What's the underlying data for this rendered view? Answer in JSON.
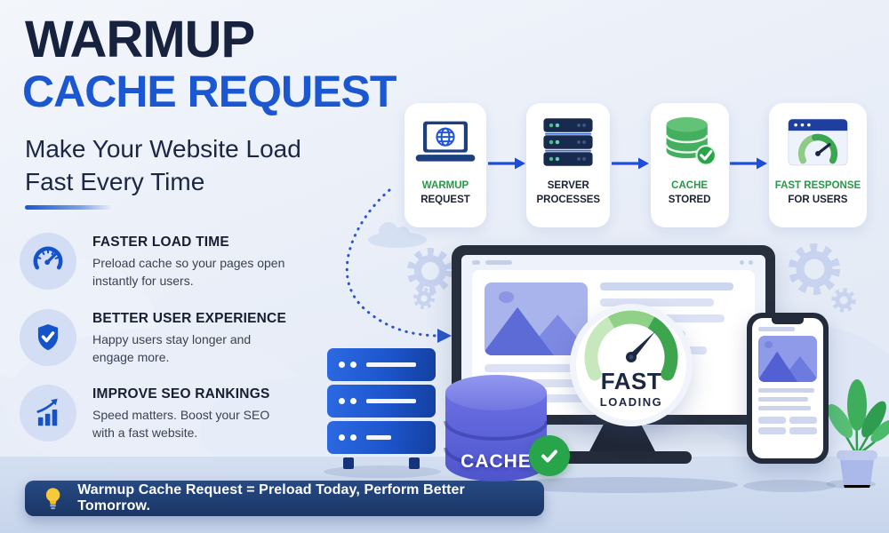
{
  "header": {
    "title_line1": "WARMUP",
    "title_line2": "CACHE REQUEST",
    "subtitle": "Make Your Website Load Fast Every Time"
  },
  "features": [
    {
      "icon": "speedometer-icon",
      "title": "FASTER LOAD TIME",
      "description": "Preload cache so your pages open instantly for users."
    },
    {
      "icon": "shield-check-icon",
      "title": "BETTER USER EXPERIENCE",
      "description": "Happy users stay longer and engage more."
    },
    {
      "icon": "bar-growth-icon",
      "title": "IMPROVE SEO RANKINGS",
      "description": "Speed matters. Boost your SEO with a fast website."
    }
  ],
  "flow": {
    "steps": [
      {
        "icon": "laptop-globe-icon",
        "line1": "WARMUP",
        "line2": "REQUEST"
      },
      {
        "icon": "server-stack-icon",
        "line1": "SERVER",
        "line2": "PROCESSES"
      },
      {
        "icon": "database-check-icon",
        "line1": "CACHE",
        "line2": "STORED"
      },
      {
        "icon": "browser-gauge-icon",
        "line1": "FAST RESPONSE",
        "line2": "FOR USERS"
      }
    ]
  },
  "illustration": {
    "gauge_word1": "FAST",
    "gauge_word2": "LOADING",
    "cache_label": "CACHE"
  },
  "footer": {
    "icon": "lightbulb-icon",
    "message": "Warmup Cache Request = Preload Today, Perform Better Tomorrow."
  },
  "colors": {
    "title_navy": "#17233e",
    "title_blue": "#1b57d0",
    "accent_blue": "#1d56c8",
    "arrow_blue": "#1d4ed8",
    "green": "#27a348",
    "dark_text": "#1b2233",
    "body_text": "#3a4252",
    "banner_navy": "#1d3a6c",
    "server_blue": "#1d55cc",
    "cache_indigo": "#5a60d8"
  }
}
